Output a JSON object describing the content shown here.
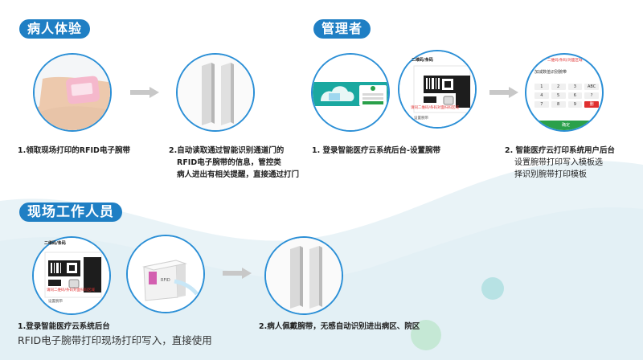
{
  "sections": {
    "patient": {
      "title": "病人体验"
    },
    "admin": {
      "title": "管理者"
    },
    "staff": {
      "title": "现场工作人员"
    }
  },
  "patient_steps": [
    {
      "text": "1.领取现场打印的RFID电子腕带"
    },
    {
      "lines": [
        "2.自动读取通过智能识别通道门的",
        "RFID电子腕带的信息，管控类",
        "病人进出有相关提醒，直接通过打门"
      ]
    }
  ],
  "admin_steps": [
    {
      "text": "1. 登录智能医疗云系统后台-设置腕带"
    },
    {
      "lines": [
        "2. 智能医疗云打印系统用户后台",
        "设置腕带打印写入模板选",
        "择识别腕带打印模板"
      ]
    }
  ],
  "staff_steps": [
    {
      "lines": [
        "1.登录智能医疗云系统后台",
        "RFID电子腕带打印现场打印写入，直接使用"
      ]
    },
    {
      "text": "2.病人佩戴腕带，无感自动识别进出病区、院区"
    }
  ],
  "screens": {
    "barcode_title": "二维码/条码",
    "barcode_link": "请同二维码/条码对面扫码区域",
    "barcode_footer": "设置腕带",
    "keypad_title": "二维码/条码/对面区域",
    "keypad_subtitle": "加减数值识别腕带",
    "keypad_keys": [
      "1",
      "2",
      "3",
      "ABC",
      "4",
      "5",
      "6",
      "?",
      "7",
      "8",
      "9",
      "删"
    ],
    "keypad_confirm": "确定",
    "printer_brand": "RFID"
  },
  "colors": {
    "accent": "#1f7fc4",
    "circle_border": "#2b8fd6",
    "arrow": "#c8c8c8",
    "wave": "#e6f1f6",
    "green": "#2aa04a",
    "red": "#e03030"
  }
}
